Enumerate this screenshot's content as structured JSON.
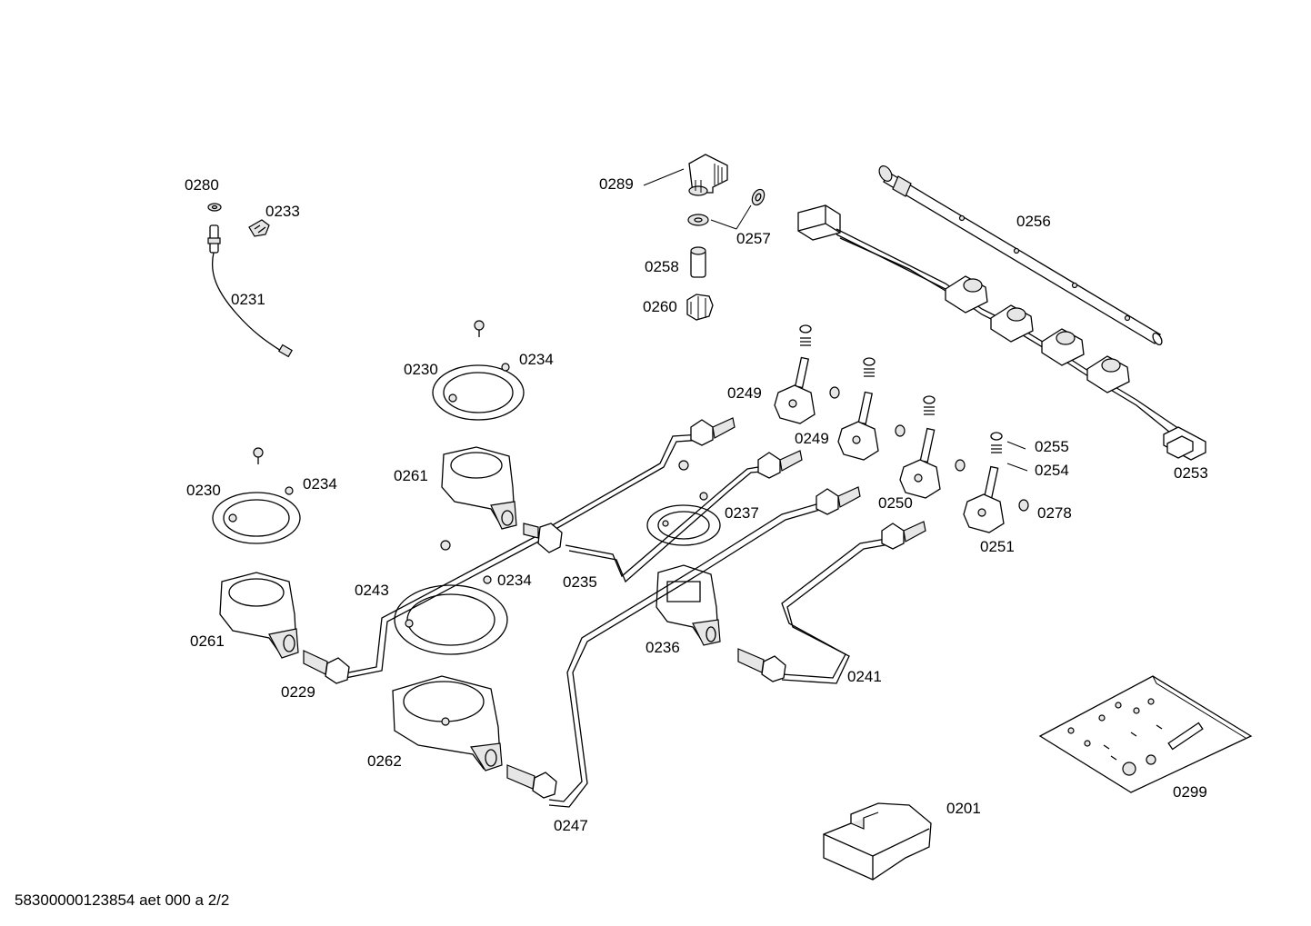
{
  "diagram": {
    "labels": {
      "l0280": "0280",
      "l0233": "0233",
      "l0231": "0231",
      "l0289": "0289",
      "l0257": "0257",
      "l0258": "0258",
      "l0260": "0260",
      "l0256": "0256",
      "l0230a": "0230",
      "l0234a": "0234",
      "l0230b": "0230",
      "l0234b": "0234",
      "l0261a": "0261",
      "l0261b": "0261",
      "l0249a": "0249",
      "l0249b": "0249",
      "l0250": "0250",
      "l0251": "0251",
      "l0255": "0255",
      "l0254": "0254",
      "l0278": "0278",
      "l0253": "0253",
      "l0237": "0237",
      "l0235": "0235",
      "l0234c": "0234",
      "l0243": "0243",
      "l0236": "0236",
      "l0241": "0241",
      "l0229": "0229",
      "l0262": "0262",
      "l0247": "0247",
      "l0299": "0299",
      "l0201": "0201"
    },
    "footer": "58300000123854 aet 000 a 2/2"
  }
}
